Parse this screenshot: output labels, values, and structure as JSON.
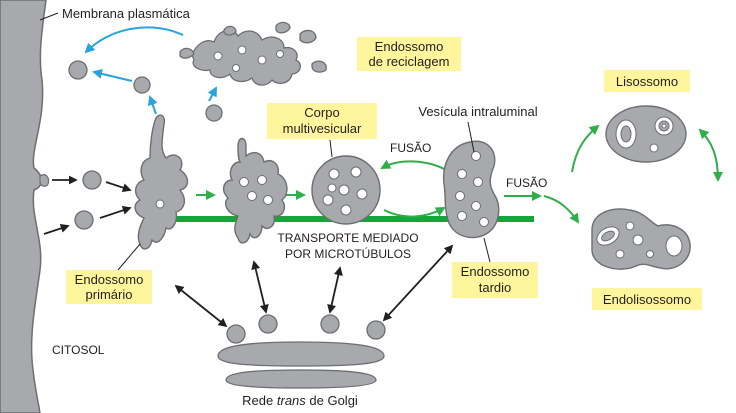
{
  "labels": {
    "plasma_membrane": "Membrana plasmática",
    "recycling_endosome_line1": "Endossomo",
    "recycling_endosome_line2": "de reciclagem",
    "lysosome": "Lisossomo",
    "mvb_line1": "Corpo",
    "mvb_line2": "multivesicular",
    "intraluminal_vesicle": "Vesícula intraluminal",
    "fusion_1": "FUSÃO",
    "fusion_2": "FUSÃO",
    "mt_transport_line1": "TRANSPORTE MEDIADO",
    "mt_transport_line2": "POR MICROTÚBULOS",
    "early_endosome_line1": "Endossomo",
    "early_endosome_line2": "primário",
    "late_endosome_line1": "Endossomo",
    "late_endosome_line2": "tardio",
    "endolysosome": "Endolisossomo",
    "cytosol": "CITOSOL",
    "golgi_pre": "Rede ",
    "golgi_italic": "trans",
    "golgi_post": " de Golgi"
  },
  "colors": {
    "organelle_fill": "#a7a9ac",
    "organelle_stroke": "#6d6e71",
    "label_box": "#fff59d",
    "microtubule": "#1aa33a",
    "green_arrow": "#2fae4a",
    "blue_arrow": "#29a3de",
    "black_arrow": "#231f20"
  }
}
